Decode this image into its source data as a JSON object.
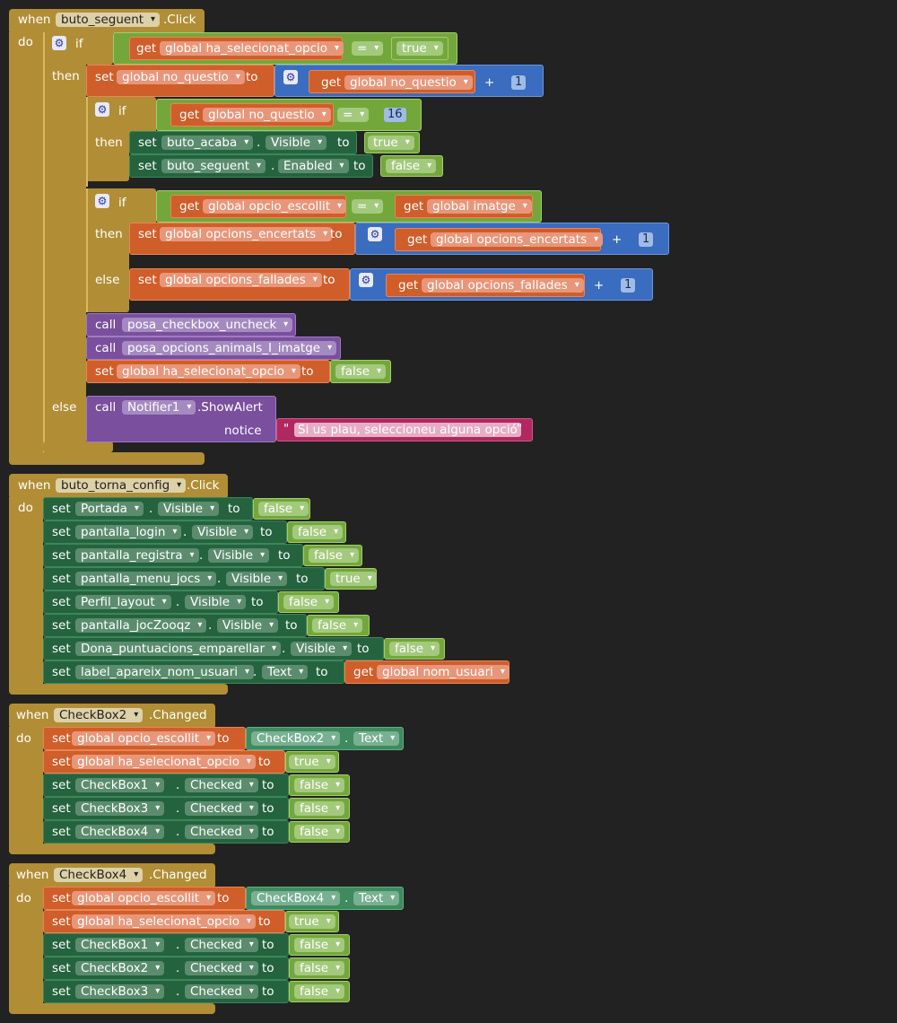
{
  "k": {
    "when": "when",
    "do": "do",
    "if": "if",
    "then": "then",
    "else": "else",
    "set": "set",
    "get": "get",
    "to": "to",
    "call": "call",
    "dot": ".",
    "eq": "=",
    "plus": "+",
    "notice": "notice",
    "quote": "\"",
    "gear": "⚙"
  },
  "block1": {
    "component": "buto_seguent",
    "event": ".Click",
    "cond_var": "global ha_selecionat_opcio",
    "cond_val": "true",
    "set_var": "global no_questio",
    "get_var": "global no_questio",
    "add_num": "1",
    "if2_var": "global no_questio",
    "if2_num": "16",
    "set2_comp": "buto_acaba",
    "set2_prop": "Visible",
    "set2_val": "true",
    "set3_comp": "buto_seguent",
    "set3_prop": "Enabled",
    "set3_val": "false",
    "if3_left": "global opcio_escollit",
    "if3_right": "global imatge",
    "then3_var": "global opcions_encertats",
    "then3_get": "global opcions_encertats",
    "then3_num": "1",
    "else3_var": "global opcions_fallades",
    "else3_get": "global opcions_fallades",
    "else3_num": "1",
    "call1": "posa_checkbox_uncheck",
    "call2": "posa_opcions_animals_I_imatge",
    "set4_var": "global ha_selecionat_opcio",
    "set4_val": "false",
    "notifier": "Notifier1",
    "method": ".ShowAlert",
    "message": "Si us plau, seleccioneu alguna opció"
  },
  "block2": {
    "component": "buto_torna_config",
    "event": ".Click",
    "rows": [
      {
        "comp": "Portada",
        "prop": "Visible",
        "val": "false"
      },
      {
        "comp": "pantalla_login",
        "prop": "Visible",
        "val": "false"
      },
      {
        "comp": "pantalla_registra",
        "prop": "Visible",
        "val": "false"
      },
      {
        "comp": "pantalla_menu_jocs",
        "prop": "Visible",
        "val": "true"
      },
      {
        "comp": "Perfil_layout",
        "prop": "Visible",
        "val": "false"
      },
      {
        "comp": "pantalla_jocZooqz",
        "prop": "Visible",
        "val": "false"
      },
      {
        "comp": "Dona_puntuacions_emparellar",
        "prop": "Visible",
        "val": "false"
      },
      {
        "comp": "label_apareix_nom_usuari",
        "prop": "Text",
        "val": "global nom_usuari"
      }
    ]
  },
  "block3": {
    "component": "CheckBox2",
    "event": ".Changed",
    "var1": "global opcio_escollit",
    "src_comp": "CheckBox2",
    "src_prop": "Text",
    "var2": "global ha_selecionat_opcio",
    "val2": "true",
    "rows": [
      {
        "comp": "CheckBox1",
        "prop": "Checked",
        "val": "false"
      },
      {
        "comp": "CheckBox3",
        "prop": "Checked",
        "val": "false"
      },
      {
        "comp": "CheckBox4",
        "prop": "Checked",
        "val": "false"
      }
    ]
  },
  "block4": {
    "component": "CheckBox4",
    "event": ".Changed",
    "var1": "global opcio_escollit",
    "src_comp": "CheckBox4",
    "src_prop": "Text",
    "var2": "global ha_selecionat_opcio",
    "val2": "true",
    "rows": [
      {
        "comp": "CheckBox1",
        "prop": "Checked",
        "val": "false"
      },
      {
        "comp": "CheckBox2",
        "prop": "Checked",
        "val": "false"
      },
      {
        "comp": "CheckBox3",
        "prop": "Checked",
        "val": "false"
      }
    ]
  }
}
